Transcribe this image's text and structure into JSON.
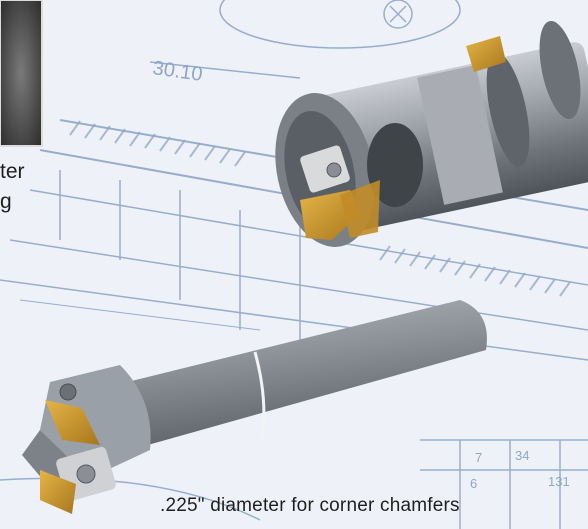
{
  "drawing": {
    "dimension_label": "30.10",
    "table_cells": [
      "7",
      "34",
      "6",
      "131"
    ]
  },
  "captions": {
    "left_line_1": "ter",
    "left_line_2": "g",
    "bottom": ".225\" diameter for corner chamfers"
  },
  "colors": {
    "blueprint_lines": "#8fa6c8",
    "tool_steel": "#8a8f96",
    "insert_gold": "#c9962f",
    "background": "#eef2f8"
  }
}
